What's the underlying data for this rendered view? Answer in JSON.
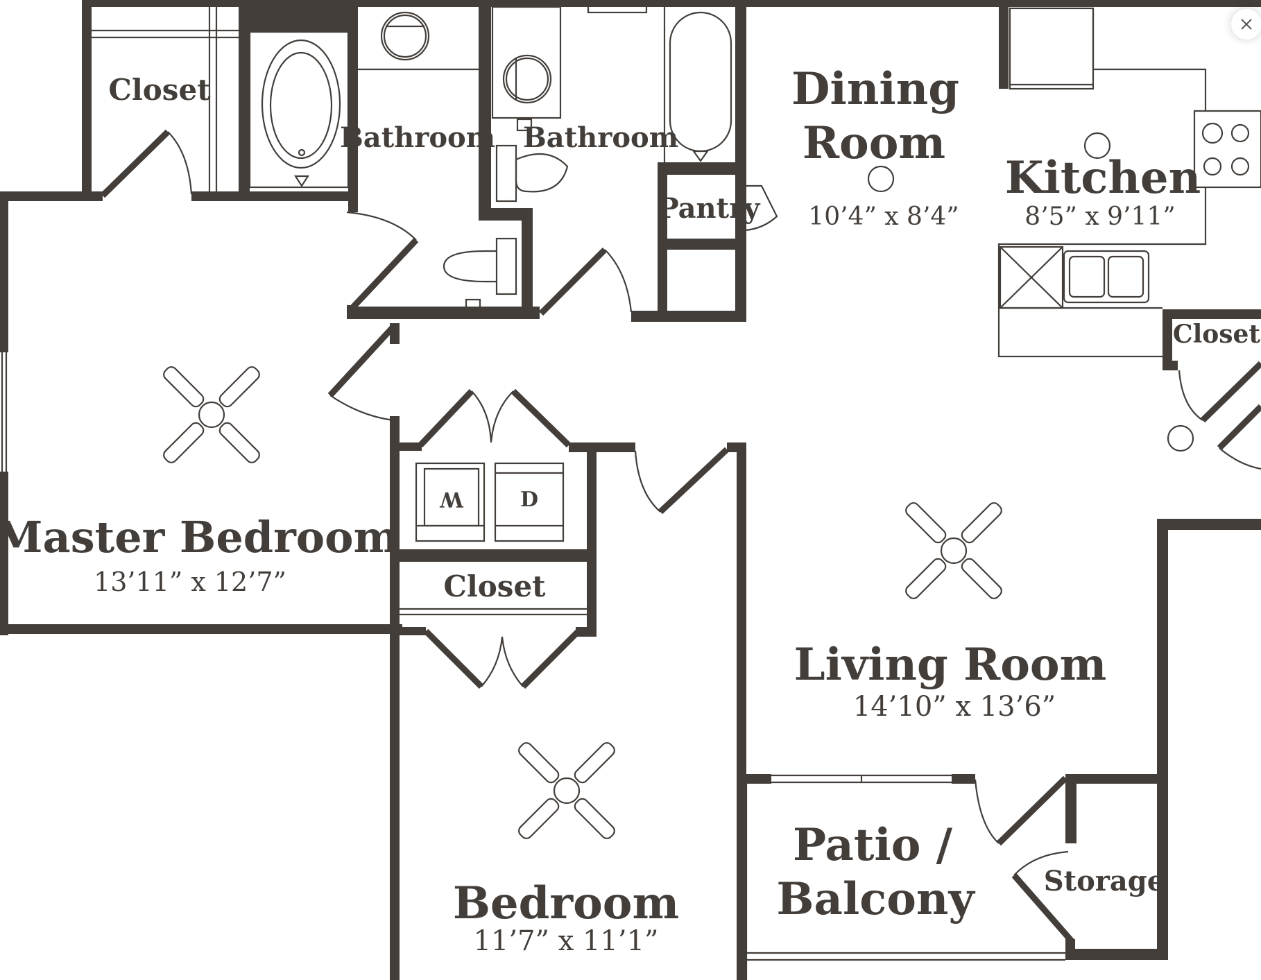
{
  "viewer": {
    "close_button_label": "Close",
    "close_icon": "close-icon"
  },
  "floorplan": {
    "wall_color": "#433e3a",
    "background": "#ffffff",
    "rooms": {
      "master_closet": {
        "label": "Closet"
      },
      "master_bath": {
        "label": "Bathroom"
      },
      "hall_bath": {
        "label": "Bathroom"
      },
      "pantry": {
        "label": "Pantry"
      },
      "dining": {
        "label_line1": "Dining",
        "label_line2": "Room",
        "dimensions": "10’4” x 8’4”"
      },
      "kitchen": {
        "label": "Kitchen",
        "dimensions": "8’5” x 9’11”"
      },
      "kitchen_closet": {
        "label": "Closet"
      },
      "master_bedroom": {
        "label": "Master Bedroom",
        "dimensions": "13’11” x 12’7”"
      },
      "laundry": {
        "washer_label": "W",
        "dryer_label": "D"
      },
      "bedroom_closet": {
        "label": "Closet"
      },
      "living": {
        "label": "Living Room",
        "dimensions": "14’10” x 13’6”"
      },
      "bedroom": {
        "label": "Bedroom",
        "dimensions": "11’7” x 11’1”"
      },
      "patio": {
        "label_line1": "Patio  /",
        "label_line2": "Balcony"
      },
      "storage": {
        "label": "Storage"
      }
    }
  }
}
